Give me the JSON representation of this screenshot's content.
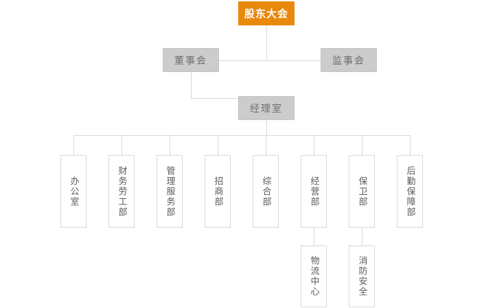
{
  "chart_data": {
    "type": "diagram",
    "title": "",
    "diagram_kind": "organization-chart",
    "orientation": "top-down",
    "colors": {
      "root_fill": "#e8890c",
      "root_text": "#ffffff",
      "level2_fill": "#cccccc",
      "level2_text": "#6e6e6e",
      "dept_fill": "#ffffff",
      "dept_border": "#d8d8d8",
      "dept_text": "#5a5a5a",
      "connector": "#d8d8d8",
      "background": "#ffffff"
    },
    "nodes": [
      {
        "id": "root",
        "label": "股东大会",
        "level": 1,
        "style": "root"
      },
      {
        "id": "board",
        "label": "董事会",
        "level": 2,
        "style": "gray"
      },
      {
        "id": "super",
        "label": "监事会",
        "level": 2,
        "style": "gray"
      },
      {
        "id": "mgr",
        "label": "经理室",
        "level": 3,
        "style": "gray"
      },
      {
        "id": "d1",
        "label": "办公室",
        "level": 4,
        "style": "dept"
      },
      {
        "id": "d2",
        "label": "财务劳工部",
        "level": 4,
        "style": "dept"
      },
      {
        "id": "d3",
        "label": "管理服务部",
        "level": 4,
        "style": "dept"
      },
      {
        "id": "d4",
        "label": "招商部",
        "level": 4,
        "style": "dept"
      },
      {
        "id": "d5",
        "label": "综合部",
        "level": 4,
        "style": "dept"
      },
      {
        "id": "d6",
        "label": "经营部",
        "level": 4,
        "style": "dept"
      },
      {
        "id": "d7",
        "label": "保卫部",
        "level": 4,
        "style": "dept"
      },
      {
        "id": "d8",
        "label": "后勤保障部",
        "level": 4,
        "style": "dept"
      },
      {
        "id": "s1",
        "label": "物流中心",
        "level": 5,
        "style": "dept"
      },
      {
        "id": "s2",
        "label": "消防安全",
        "level": 5,
        "style": "dept"
      }
    ],
    "edges": [
      {
        "from": "root",
        "to": "board"
      },
      {
        "from": "root",
        "to": "super"
      },
      {
        "from": "board",
        "to": "mgr"
      },
      {
        "from": "mgr",
        "to": "d1"
      },
      {
        "from": "mgr",
        "to": "d2"
      },
      {
        "from": "mgr",
        "to": "d3"
      },
      {
        "from": "mgr",
        "to": "d4"
      },
      {
        "from": "mgr",
        "to": "d5"
      },
      {
        "from": "mgr",
        "to": "d6"
      },
      {
        "from": "mgr",
        "to": "d7"
      },
      {
        "from": "mgr",
        "to": "d8"
      },
      {
        "from": "d6",
        "to": "s1"
      },
      {
        "from": "d7",
        "to": "s2"
      }
    ]
  },
  "chart": {
    "root": {
      "label": "股东大会"
    },
    "level2": {
      "board": "董事会",
      "supervisor": "监事会"
    },
    "level3": {
      "manager": "经理室"
    },
    "departments": [
      {
        "label": "办公室"
      },
      {
        "label": "财务劳工部"
      },
      {
        "label": "管理服务部"
      },
      {
        "label": "招商部"
      },
      {
        "label": "综合部"
      },
      {
        "label": "经营部"
      },
      {
        "label": "保卫部"
      },
      {
        "label": "后勤保障部"
      }
    ],
    "subunits": [
      {
        "label": "物流中心"
      },
      {
        "label": "消防安全"
      }
    ]
  }
}
